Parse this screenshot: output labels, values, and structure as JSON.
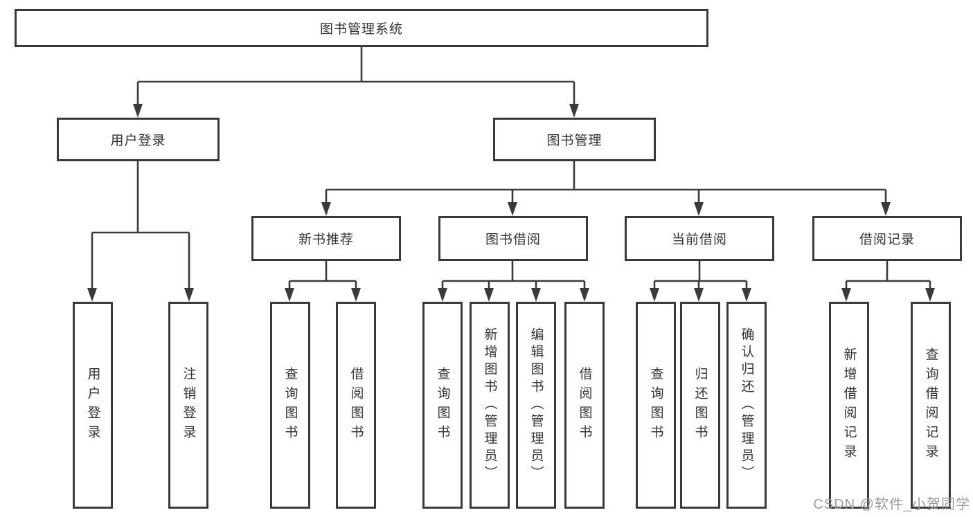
{
  "diagram": {
    "root": {
      "label": "图书管理系统"
    },
    "login": {
      "label": "用户登录",
      "children": [
        {
          "label": "用户登录"
        },
        {
          "label": "注销登录"
        }
      ]
    },
    "management": {
      "label": "图书管理",
      "groups": [
        {
          "label": "新书推荐",
          "children": [
            {
              "label": "查询图书"
            },
            {
              "label": "借阅图书"
            }
          ]
        },
        {
          "label": "图书借阅",
          "children": [
            {
              "label": "查询图书"
            },
            {
              "label": "新增图书（管理员）"
            },
            {
              "label": "编辑图书（管理员）"
            },
            {
              "label": "借阅图书"
            }
          ]
        },
        {
          "label": "当前借阅",
          "children": [
            {
              "label": "查询图书"
            },
            {
              "label": "归还图书"
            },
            {
              "label": "确认归还（管理员）"
            }
          ]
        },
        {
          "label": "借阅记录",
          "children": [
            {
              "label": "新增借阅记录"
            },
            {
              "label": "查询借阅记录"
            }
          ]
        }
      ]
    },
    "colors": {
      "line": "#3a3a3a",
      "text": "#333333",
      "background": "#ffffff",
      "watermark_gray": "#9b9b9b"
    }
  },
  "watermark": {
    "text": "CSDN @软件_小贺同学"
  }
}
